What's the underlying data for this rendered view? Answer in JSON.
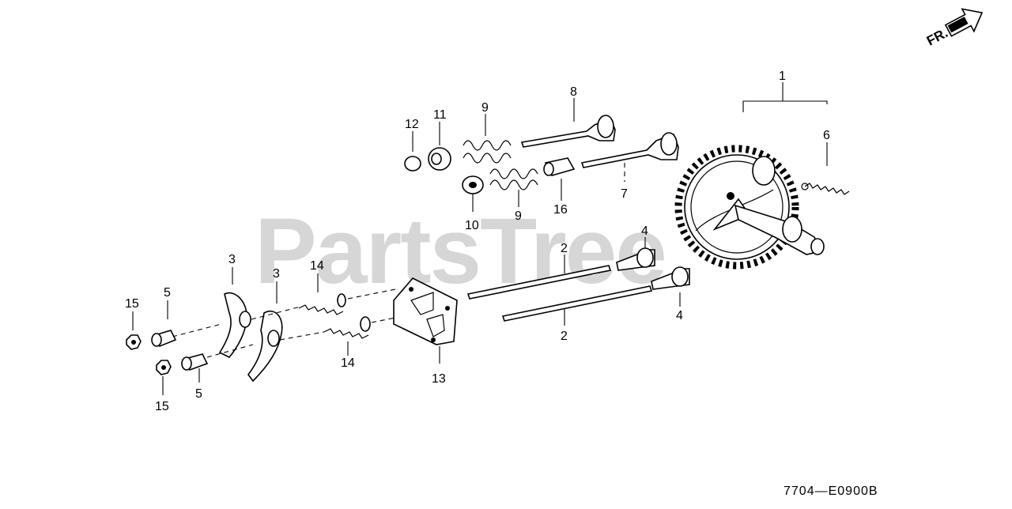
{
  "diagram": {
    "watermark": "PartsTree",
    "orientation_label": "FR.",
    "drawing_code": "7704—E0900B",
    "callouts": {
      "c1": "1",
      "c2a": "2",
      "c2b": "2",
      "c3a": "3",
      "c3b": "3",
      "c4a": "4",
      "c4b": "4",
      "c5a": "5",
      "c5b": "5",
      "c6": "6",
      "c7": "7",
      "c8": "8",
      "c9a": "9",
      "c9b": "9",
      "c10": "10",
      "c11": "11",
      "c12": "12",
      "c13": "13",
      "c14a": "14",
      "c14b": "14",
      "c15a": "15",
      "c15b": "15",
      "c16": "16"
    },
    "icons": {
      "front_arrow": "front-direction-arrow-icon"
    }
  }
}
